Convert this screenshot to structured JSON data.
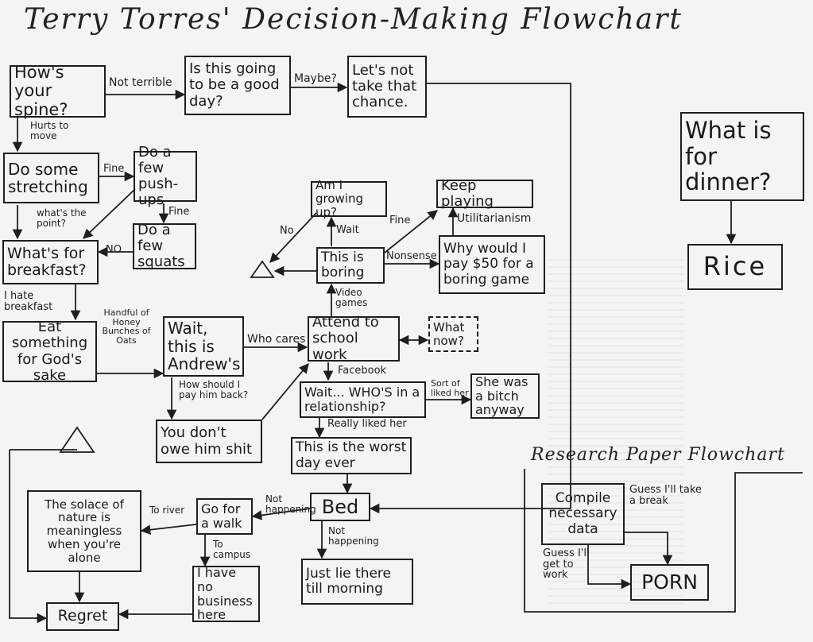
{
  "title": "Terry Torres' Decision-Making Flowchart",
  "nodes": {
    "spine": "How's your spine?",
    "good_day": "Is this going to be a good day?",
    "lets_not": "Let's not take that chance.",
    "stretching": "Do some stretching",
    "pushups": "Do a few push-ups",
    "squats": "Do a few squats",
    "breakfast": "What's for breakfast?",
    "eat": "Eat something for God's sake",
    "andrews": "Wait, this is Andrew's",
    "dont_owe": "You don't owe him shit",
    "growing_up": "Am I growing up?",
    "keep_playing": "Keep playing",
    "boring": "This is boring",
    "why_pay": "Why would I pay $50 for a boring game",
    "school": "Attend to school work",
    "what_now": "What now?",
    "relationship": "Wait... WHO'S in a relationship?",
    "bitch": "She was a bitch anyway",
    "worst_day": "This is the worst day ever",
    "bed": "Bed",
    "lie_there": "Just lie there till morning",
    "walk": "Go for a walk",
    "solace": "The solace of nature is meaningless when you're alone",
    "no_business": "I have no business here",
    "regret": "Regret",
    "dinner": "What is for dinner?",
    "rice": "Rice",
    "compile": "Compile necessary data",
    "porn": "PORN"
  },
  "labels": {
    "not_terrible": "Not terrible",
    "maybe": "Maybe?",
    "hurts": "Hurts to move",
    "fine1": "Fine",
    "fine2": "Fine",
    "fine3": "Fine",
    "whats_point": "what's the point?",
    "no1": "NO",
    "no2": "No",
    "hate_breakfast": "I hate breakfast",
    "oats": "Handful of Honey Bunches of Oats",
    "how_pay": "How should I pay him back?",
    "who_cares": "Who cares",
    "wait": "Wait",
    "utilitarianism": "Utilitarianism",
    "nonsense": "Nonsense",
    "video_games": "Video games",
    "facebook": "Facebook",
    "sort_of": "Sort of liked her",
    "really": "Really liked her",
    "not_happening1": "Not happening",
    "not_happening2": "Not happening",
    "to_river": "To river",
    "to_campus": "To campus",
    "guess_break": "Guess I'll take a break",
    "guess_work": "Guess I'll get to work"
  },
  "research_title": "Research Paper Flowchart"
}
